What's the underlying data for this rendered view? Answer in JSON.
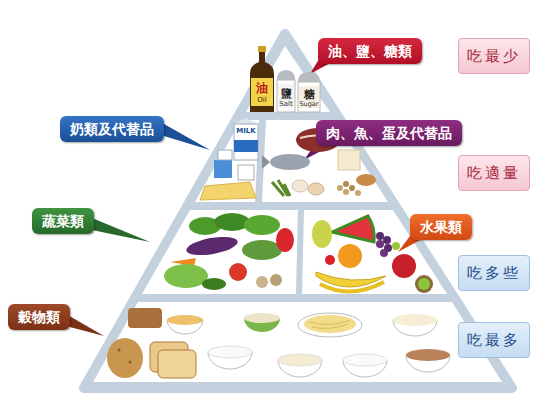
{
  "diagram": {
    "nodes": [
      {
        "text": [
          "油、鹽、糖類"
        ]
      },
      {
        "text": [
          "吃最少"
        ]
      },
      {
        "text": [
          "奶類及代替品"
        ]
      },
      {
        "text": [
          "肉、魚、蛋及代替品"
        ]
      },
      {
        "text": [
          "吃適量"
        ]
      },
      {
        "text": [
          "蔬菜類"
        ]
      },
      {
        "text": [
          "水果類"
        ]
      },
      {
        "text": [
          "吃多些"
        ]
      },
      {
        "text": [
          "穀物類"
        ]
      },
      {
        "text": [
          "吃最多"
        ]
      }
    ],
    "labels": [
      "油",
      "Oil",
      "鹽",
      "Salt",
      "糖",
      "Sugar",
      "MILK"
    ]
  }
}
